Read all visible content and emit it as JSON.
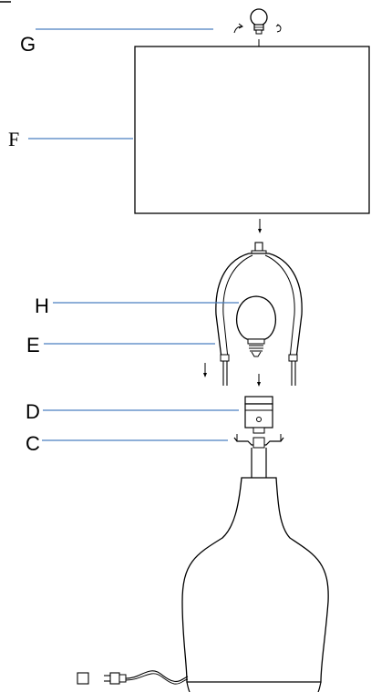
{
  "labels": {
    "g": "G",
    "f": "F",
    "h": "H",
    "e": "E",
    "d": "D",
    "c": "C"
  },
  "colors": {
    "leader": "#4a7fc1",
    "ink": "#000000"
  },
  "icons": {
    "bulb_top": "light-bulb-icon",
    "rotate_ccw": "rotate-arrow-icon",
    "rotate_cw": "rotate-arrow-icon",
    "plug": "power-plug-icon",
    "checkbox": "checkbox-icon"
  }
}
